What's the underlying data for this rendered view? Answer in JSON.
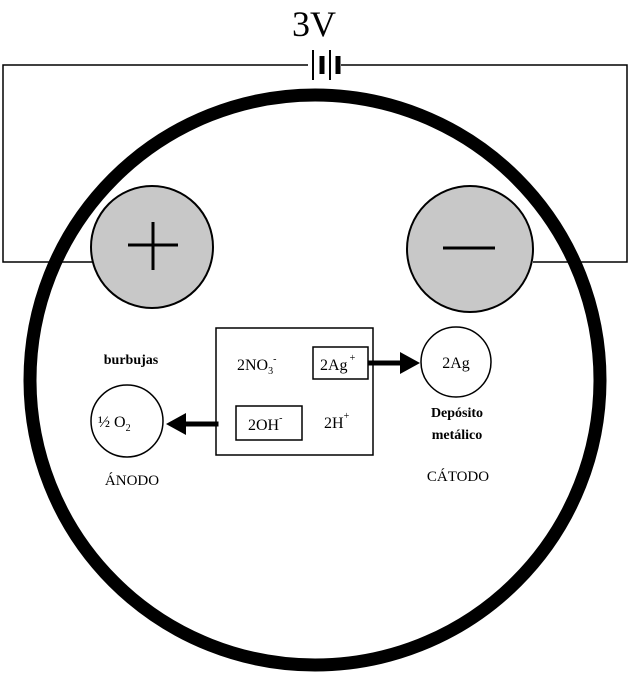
{
  "battery": {
    "voltage_label": "3V"
  },
  "electrodes": {
    "anode_sign": "+",
    "cathode_sign": "−",
    "anode_label": "ÁNODO",
    "cathode_label": "CÁTODO"
  },
  "ions": {
    "nitrate": {
      "main": "2NO",
      "sub": "3",
      "sup": "-"
    },
    "silver": {
      "main": "2Ag",
      "sup": "+"
    },
    "hydroxide": {
      "main": "2OH",
      "sup": "-"
    },
    "hydrogen": {
      "main": "2H",
      "sup": "+"
    }
  },
  "products": {
    "silver": "2Ag",
    "oxygen": {
      "main": "½ O",
      "sub": "2"
    }
  },
  "annotations": {
    "bubbles": "burbujas",
    "deposit_line1": "Depósito",
    "deposit_line2": "metálico"
  },
  "colors": {
    "electrode_fill": "#c8c8c8",
    "stroke": "#000000",
    "background": "#ffffff"
  }
}
